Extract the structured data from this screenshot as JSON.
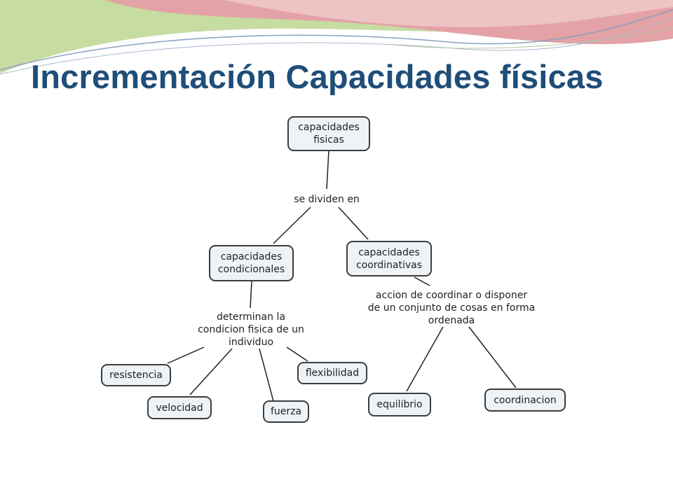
{
  "colors": {
    "title": "#1f4e79",
    "node_fill": "#eef3f7",
    "node_border": "#3d3d3d",
    "banner_pink": "#e3a2a6",
    "banner_green": "#c6dca1"
  },
  "slide": {
    "title": "Incrementación Capacidades físicas"
  },
  "concept_map": {
    "root": "capacidades\nfisicas",
    "root_link": "se dividen en",
    "left_branch": {
      "concept": "capacidades\ncondicionales",
      "link": "determinan la\ncondicion fisica de un\nindividuo",
      "children": [
        "resistencia",
        "velocidad",
        "fuerza",
        "flexibilidad"
      ]
    },
    "right_branch": {
      "concept": "capacidades\ncoordinativas",
      "link": "accion de coordinar o disponer\nde un conjunto de cosas en forma\nordenada",
      "children": [
        "equilibrio",
        "coordinacion"
      ]
    }
  }
}
